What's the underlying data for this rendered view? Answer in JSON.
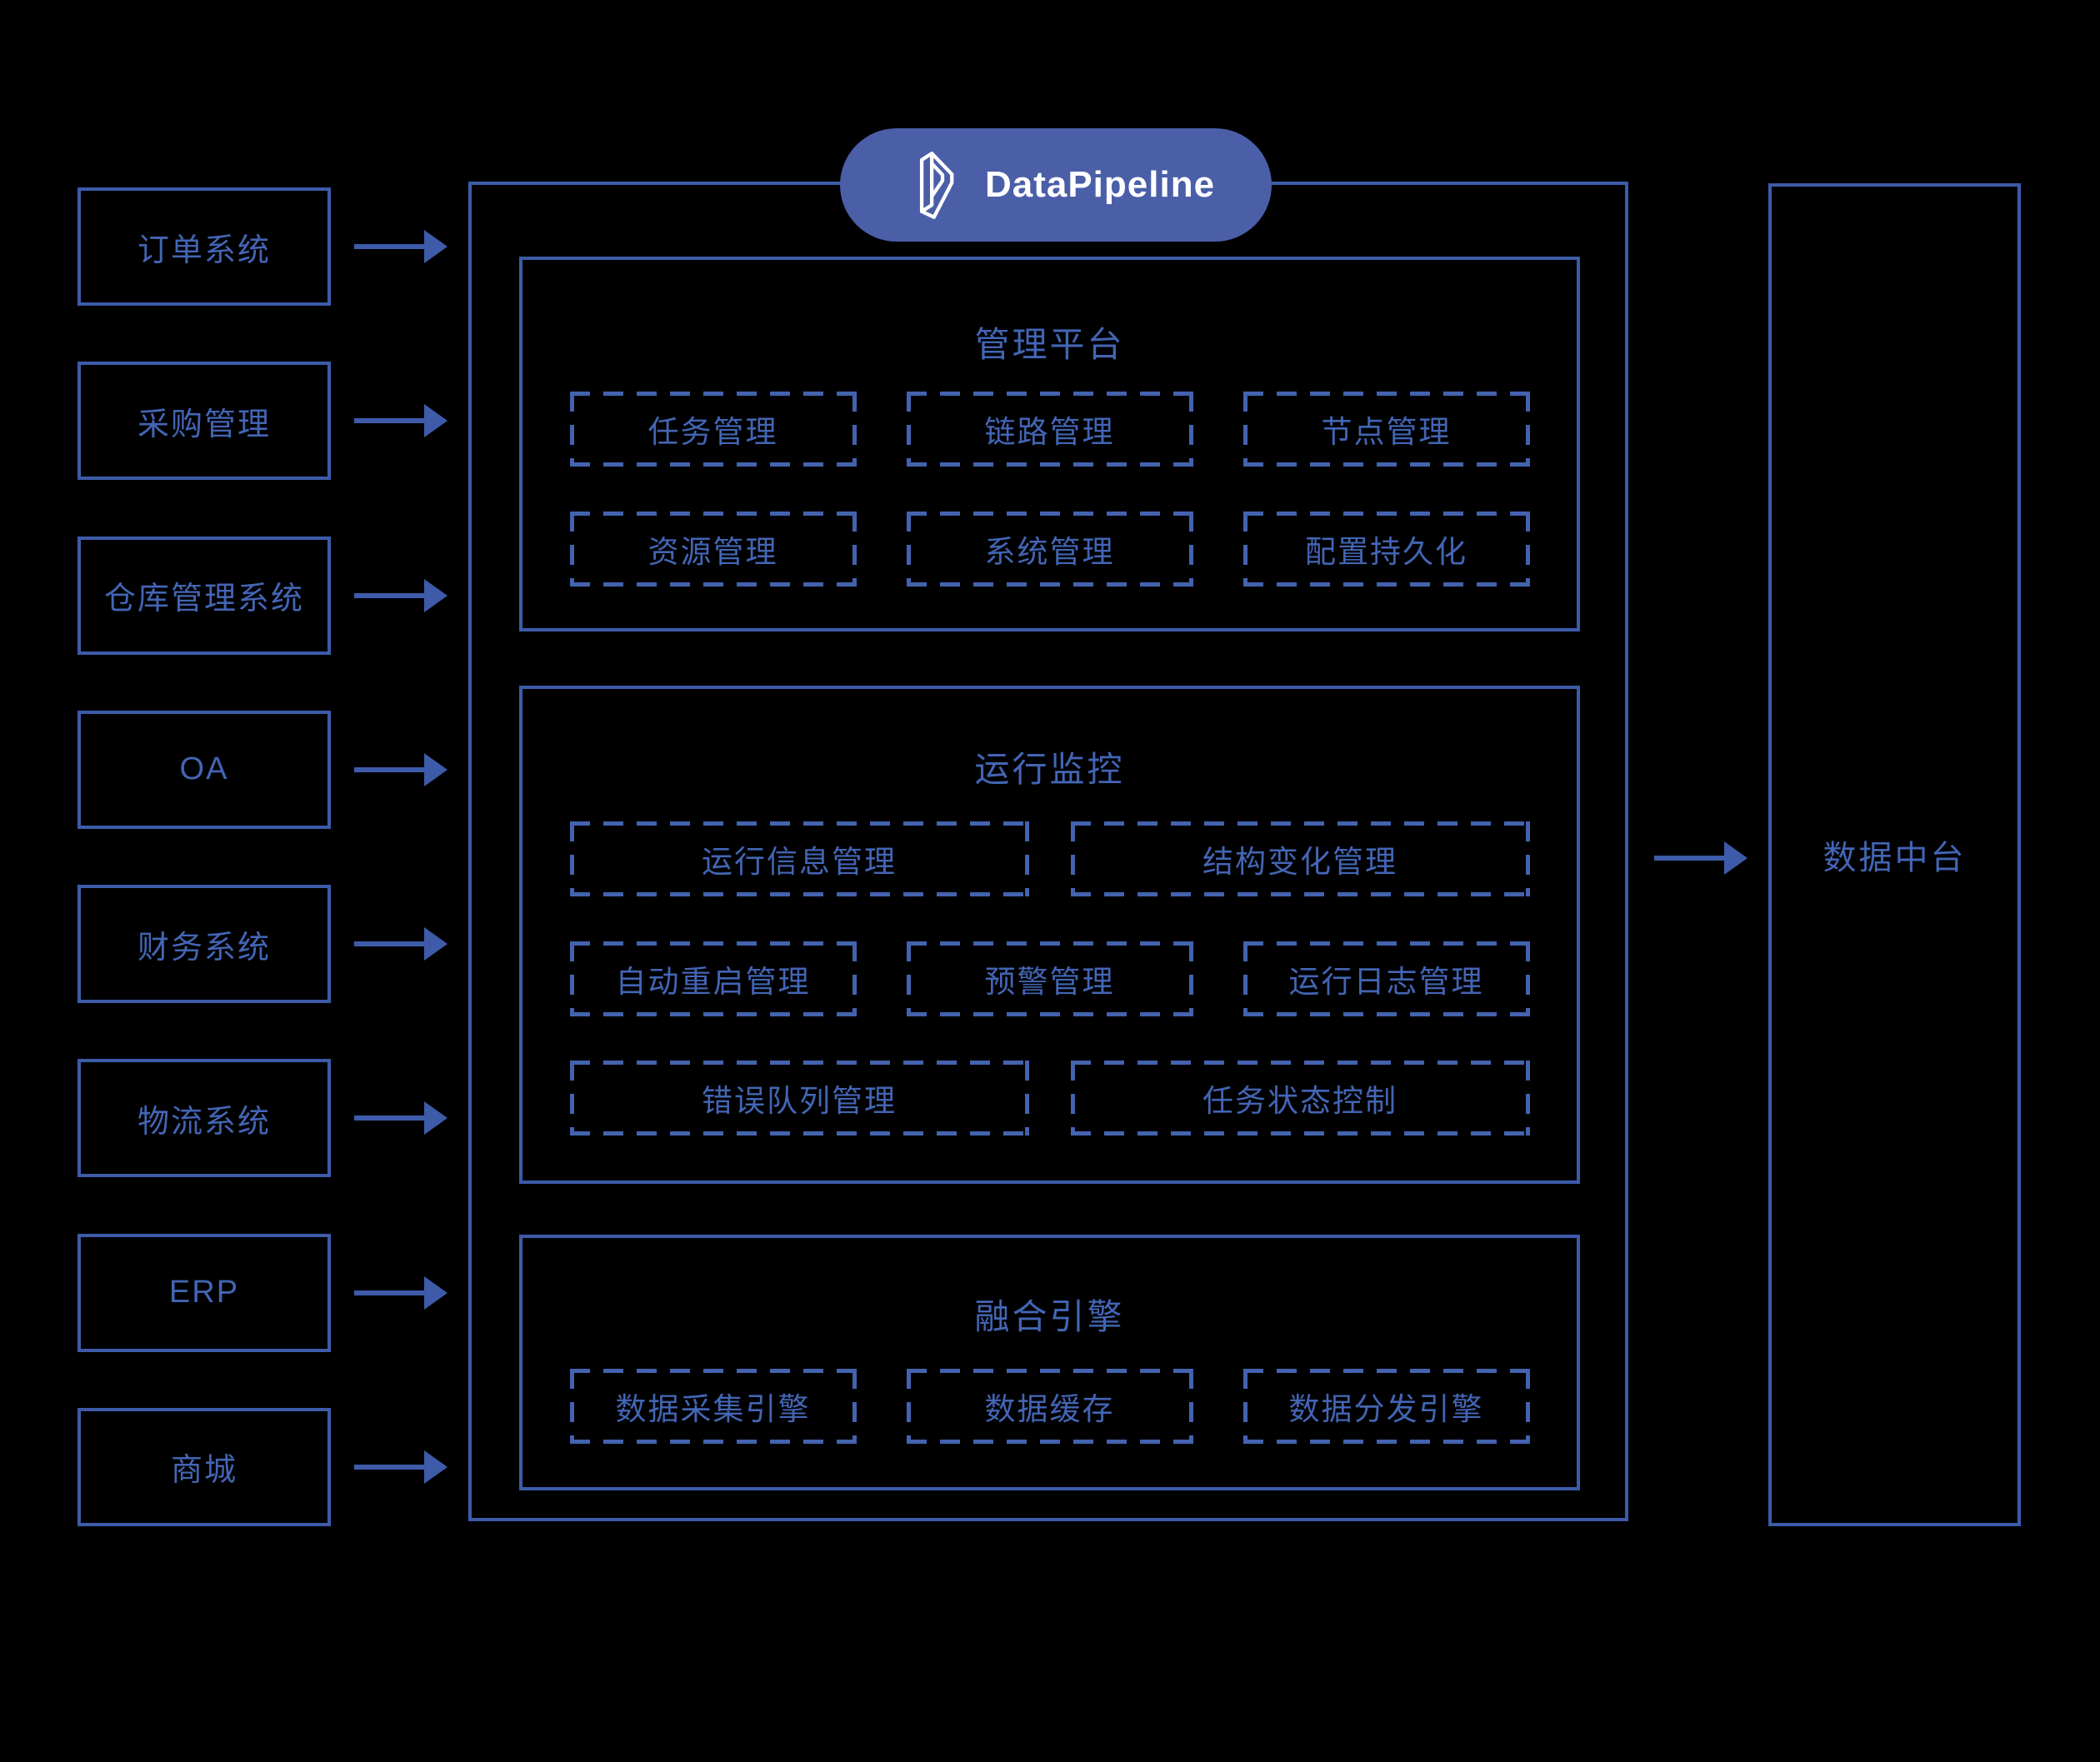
{
  "page": {
    "background": "#000000",
    "colors": {
      "line": "#3D5BA9",
      "dash": "#4463AF",
      "text": "#4365B4",
      "pill_bg": "#4A5FA8",
      "pill_text": "#FFFFFF"
    }
  },
  "brand": {
    "name": "DataPipeline",
    "logo_icon": "datapipeline-prism-logo"
  },
  "flow": {
    "arrow_icon": "right-arrow-icon"
  },
  "sources": {
    "items": [
      {
        "label": "订单系统"
      },
      {
        "label": "采购管理"
      },
      {
        "label": "仓库管理系统"
      },
      {
        "label": "OA"
      },
      {
        "label": "财务系统"
      },
      {
        "label": "物流系统"
      },
      {
        "label": "ERP"
      },
      {
        "label": "商城"
      }
    ]
  },
  "platform": {
    "sections": [
      {
        "title": "管理平台",
        "rows": [
          [
            "任务管理",
            "链路管理",
            "节点管理"
          ],
          [
            "资源管理",
            "系统管理",
            "配置持久化"
          ]
        ]
      },
      {
        "title": "运行监控",
        "rows": [
          [
            "运行信息管理",
            "结构变化管理"
          ],
          [
            "自动重启管理",
            "预警管理",
            "运行日志管理"
          ],
          [
            "错误队列管理",
            "任务状态控制"
          ]
        ]
      },
      {
        "title": "融合引擎",
        "rows": [
          [
            "数据采集引擎",
            "数据缓存",
            "数据分发引擎"
          ]
        ]
      }
    ]
  },
  "target": {
    "label": "数据中台"
  }
}
